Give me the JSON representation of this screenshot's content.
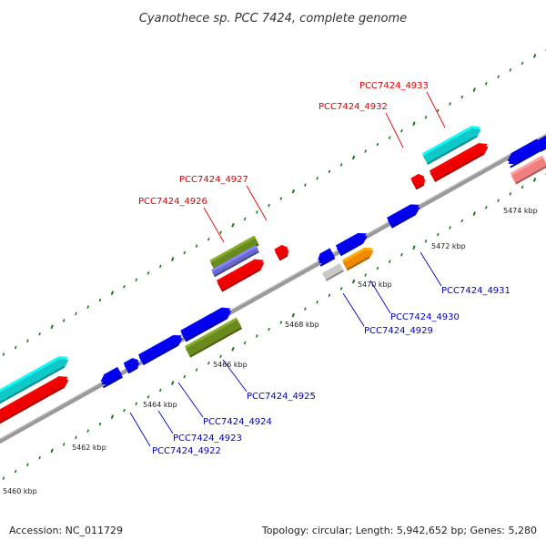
{
  "title": "Cyanothece sp. PCC 7424, complete genome",
  "footer": {
    "accession": "Accession: NC_011729",
    "summary": "Topology: circular; Length: 5,942,652 bp; Genes: 5,280"
  },
  "scale_labels": [
    "5460 kbp",
    "5462 kbp",
    "5464 kbp",
    "5466 kbp",
    "5468 kbp",
    "5470 kbp",
    "5472 kbp",
    "5474 kbp"
  ],
  "gene_labels_forward": [
    "PCC7424_4926",
    "PCC7424_4927",
    "PCC7424_4932",
    "PCC7424_4933"
  ],
  "gene_labels_reverse": [
    "PCC7424_4922",
    "PCC7424_4923",
    "PCC7424_4924",
    "PCC7424_4925",
    "PCC7424_4929",
    "PCC7424_4930",
    "PCC7424_4931"
  ],
  "colors": {
    "forward_label": "#e00000",
    "reverse_label": "#0000c8",
    "backbone": "#8a8a8a",
    "tick": "#1a7a1a",
    "blue": "#0000ee",
    "red": "#ee0000",
    "cyan": "#10c8c8",
    "olive": "#6a8a20",
    "slate": "#6a6acc",
    "orange": "#f08a00",
    "grey": "#c8c8c8",
    "pink": "#f08080"
  }
}
